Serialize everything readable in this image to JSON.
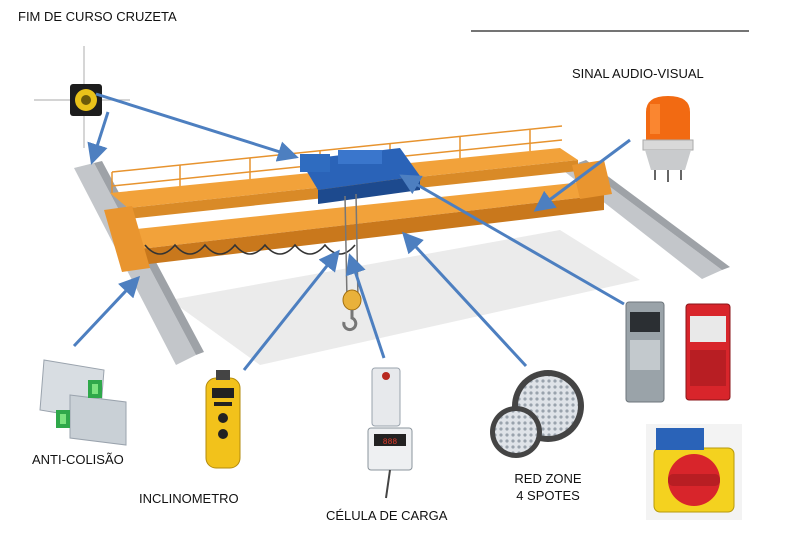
{
  "labels": {
    "fim_de_curso": "FIM DE CURSO CRUZETA",
    "sinal_audio_visual": "SINAL AUDIO-VISUAL",
    "anti_colisao": "ANTI-COLISÃO",
    "inclinometro": "INCLINOMETRO",
    "celula_de_carga": "CÉLULA DE CARGA",
    "red_zone_line1": "RED ZONE",
    "red_zone_line2": "4 SPOTES"
  },
  "colors": {
    "crane_orange": "#f2a23a",
    "crane_orange_dark": "#c9781c",
    "trolley_blue": "#2a63b8",
    "arrow_blue": "#4d7fc0",
    "rail_grey": "#b9bcc0",
    "beacon_orange": "#f26a12",
    "relay_red": "#d8252b",
    "switch_yellow": "#f4d21f"
  },
  "icons": {
    "limit_switch": "limit-switch-icon",
    "beacon": "beacon-light-icon",
    "anti_collision": "anti-collision-sensor-icon",
    "inclinometer": "inclinometer-icon",
    "load_cell": "load-cell-icon",
    "red_zone": "red-zone-spotlight-icon",
    "relays": "relay-modules-icon",
    "switch": "rotary-switch-icon"
  }
}
